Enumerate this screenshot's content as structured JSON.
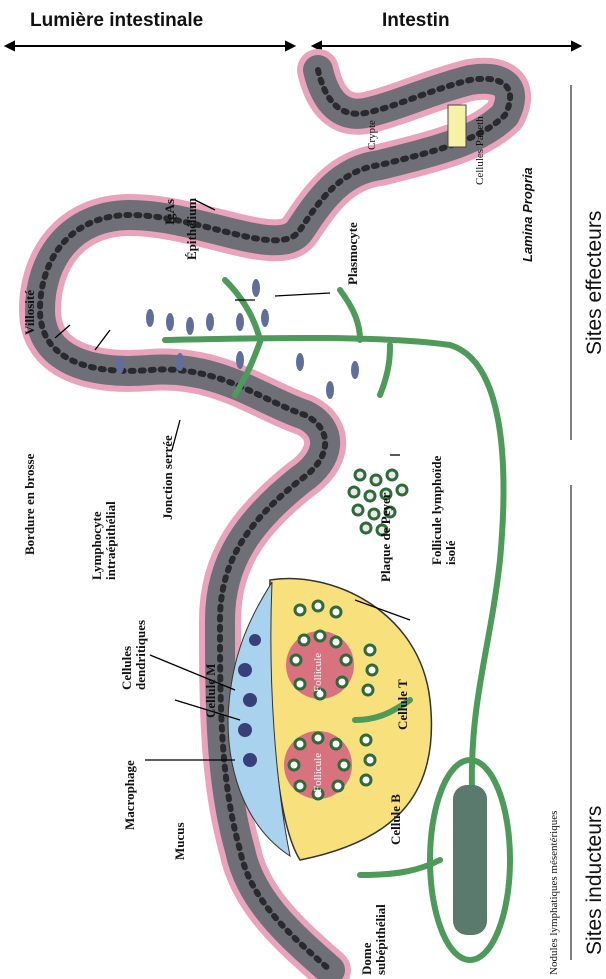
{
  "headers": {
    "lumen": "Lumière intestinale",
    "intestine": "Intestin"
  },
  "side_labels": {
    "effector": "Sites effecteurs",
    "inductive": "Sites inducteurs",
    "lamina": "Lamina Propria"
  },
  "labels": {
    "epithelium": "Épithélium",
    "villus": "Villosité",
    "iga": "IgAs",
    "brush_border": "Bordure en brosse",
    "iel": "Lymphocyte intraépithélial",
    "tight_junction": "Jonction serrée",
    "plasmocyte": "Plasmocyte",
    "crypt": "Crypte",
    "paneth": "Cellules Paneth",
    "isolated_follicle": "Follicule lymphoïde isolé",
    "peyer": "Plaque de Peyer",
    "t_cell": "Cellule T",
    "b_cell": "Cellule B",
    "m_cell": "Cellule M",
    "dendritic": "Cellules dendritiques",
    "macrophage": "Macrophage",
    "mucus": "Mucus",
    "dome": "Dome subépithélial",
    "mesenteric": "Nodules lymphatiques mésentériques",
    "follicle": "Follicule"
  },
  "colors": {
    "epithelium": "#6f6f78",
    "mucus_pink": "#e9a3bb",
    "vessel_green": "#4e9a5a",
    "dome_blue": "#a9d2ee",
    "peyer_yellow": "#f8e07d",
    "follicle_pink": "#d9727f"
  }
}
